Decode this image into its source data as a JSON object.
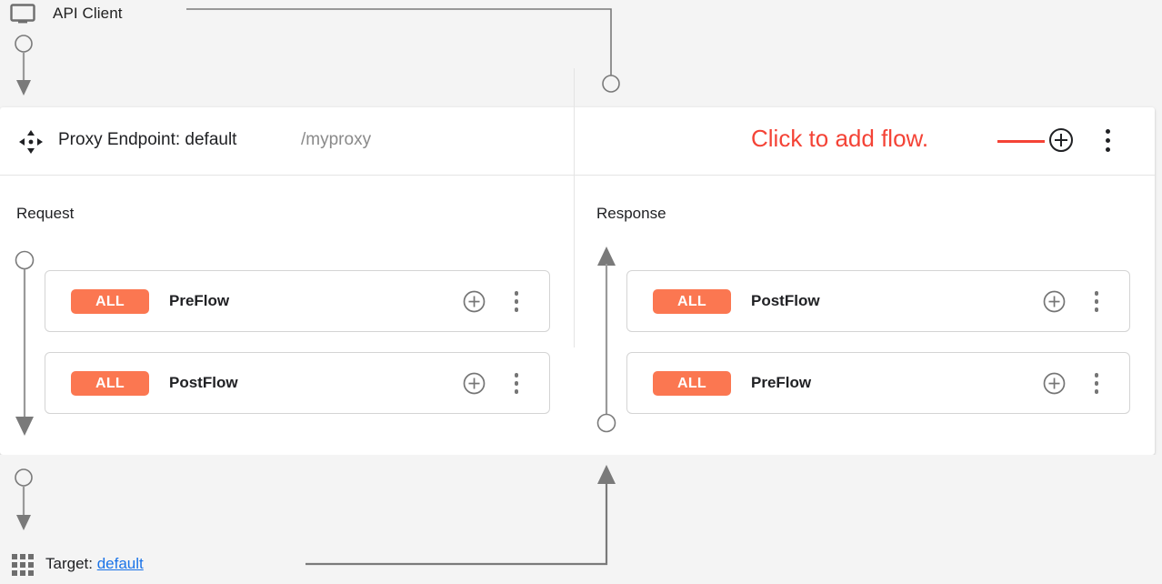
{
  "client": {
    "label": "API Client",
    "icon": "monitor-icon"
  },
  "endpoint": {
    "icon": "move-icon",
    "title": "Proxy Endpoint: default",
    "path": "/myproxy",
    "add_icon": "plus-circle-icon",
    "menu_icon": "more-vert-icon"
  },
  "annotation": {
    "text": "Click to add flow.",
    "color": "#f44336"
  },
  "columns": [
    {
      "key": "request",
      "title": "Request"
    },
    {
      "key": "response",
      "title": "Response"
    }
  ],
  "request_flows": [
    {
      "badge": "ALL",
      "name": "PreFlow",
      "add_icon": "plus-circle-icon",
      "menu_icon": "more-vert-icon"
    },
    {
      "badge": "ALL",
      "name": "PostFlow",
      "add_icon": "plus-circle-icon",
      "menu_icon": "more-vert-icon"
    }
  ],
  "response_flows": [
    {
      "badge": "ALL",
      "name": "PostFlow",
      "add_icon": "plus-circle-icon",
      "menu_icon": "more-vert-icon"
    },
    {
      "badge": "ALL",
      "name": "PreFlow",
      "add_icon": "plus-circle-icon",
      "menu_icon": "more-vert-icon"
    }
  ],
  "target": {
    "icon": "apps-grid-icon",
    "label": "Target:",
    "name": "default"
  },
  "colors": {
    "badge_orange": "#fb7751",
    "annotation_red": "#f44336",
    "link_blue": "#1a73e8",
    "connector_gray": "#7a7a7a",
    "page_background": "#f4f4f4",
    "panel_background": "#ffffff"
  }
}
